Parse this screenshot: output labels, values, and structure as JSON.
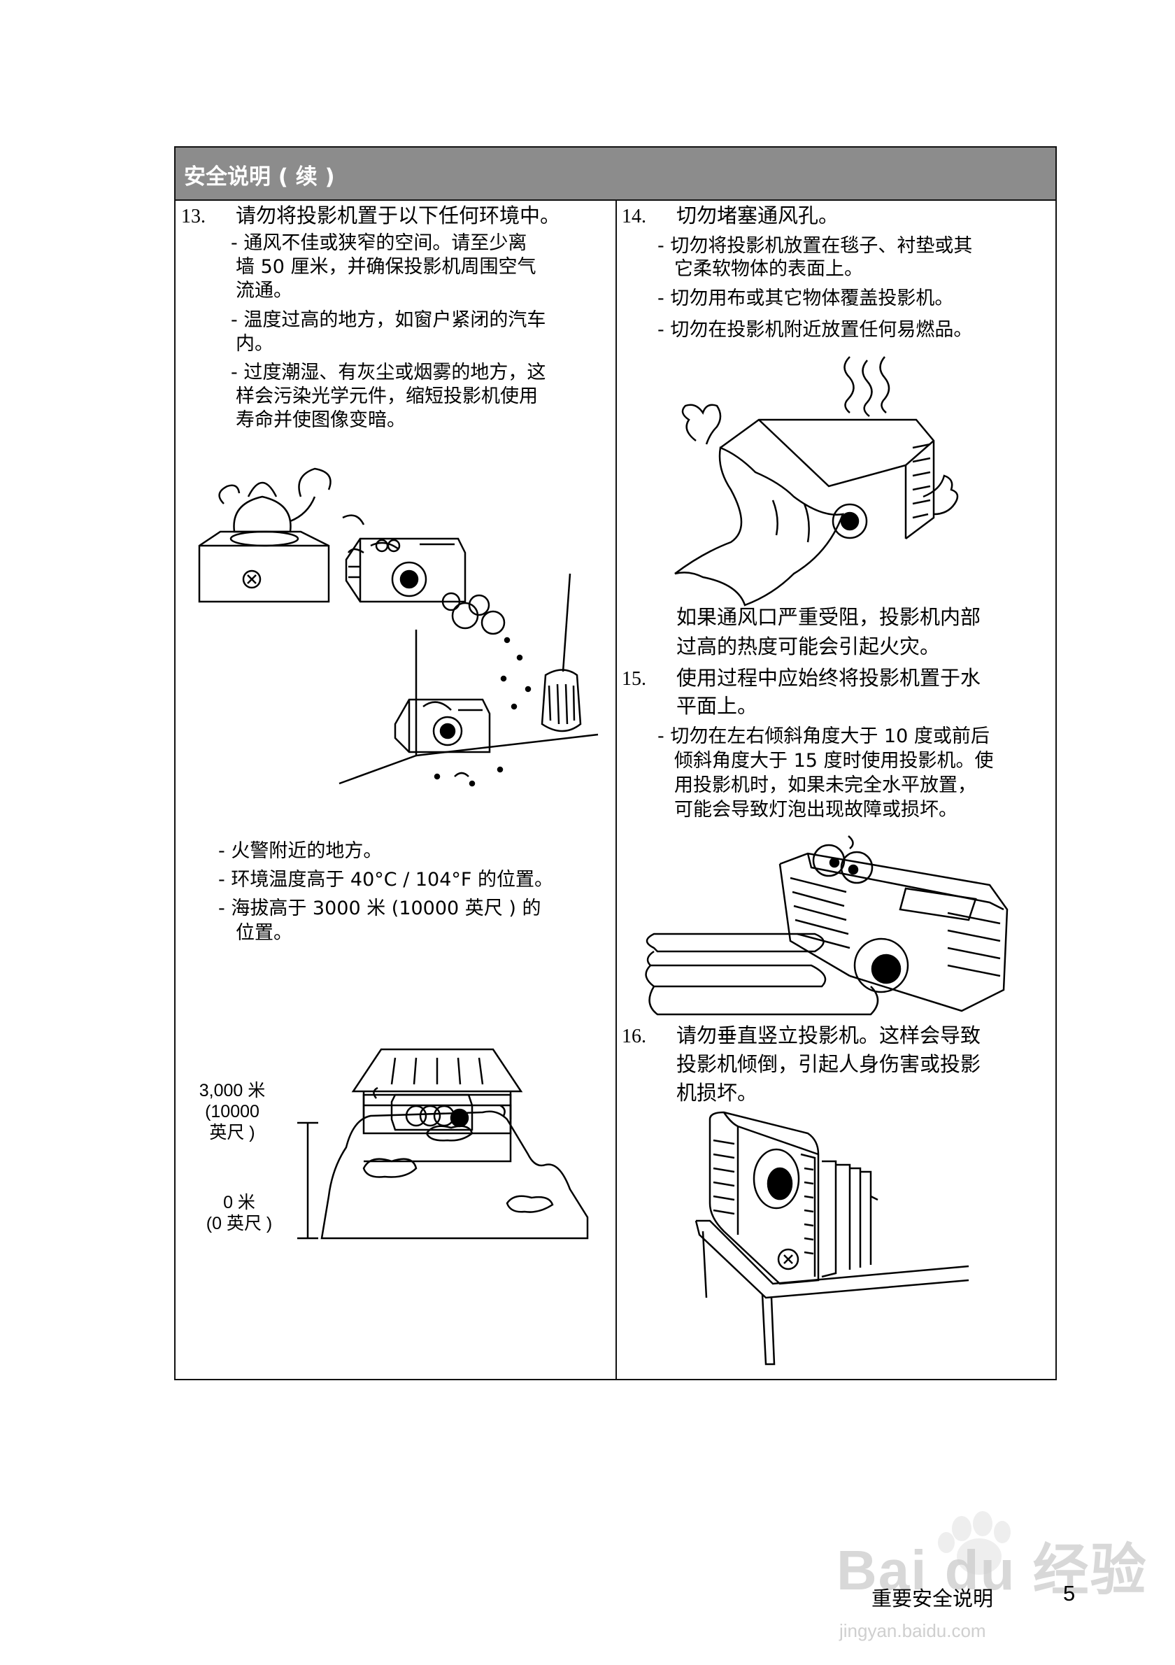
{
  "header": {
    "title": "安全说明 ( 续 )"
  },
  "item13": {
    "number": "13.",
    "title": "请勿将投影机置于以下任何环境中。",
    "bullets_top": [
      [
        "- 通风不佳或狭窄的空间。请至少离",
        "墙 50 厘米，并确保投影机周围空气",
        "流通。"
      ],
      [
        "- 温度过高的地方，如窗户紧闭的汽车",
        "内。"
      ],
      [
        "- 过度潮湿、有灰尘或烟雾的地方，这",
        "样会污染光学元件，缩短投影机使用",
        "寿命并使图像变暗。"
      ]
    ],
    "bullets_bottom": [
      [
        "- 火警附近的地方。"
      ],
      [
        "- 环境温度高于 40°C / 104°F 的位置。"
      ],
      [
        "- 海拔高于 3000 米 (10000 英尺 ) 的",
        "位置。"
      ]
    ],
    "altitude_high": [
      "3,000 米",
      "(10000",
      "英尺 )"
    ],
    "altitude_low": [
      "0 米",
      "(0 英尺 )"
    ]
  },
  "item14": {
    "number": "14.",
    "title": "切勿堵塞通风孔。",
    "bullets": [
      [
        "- 切勿将投影机放置在毯子、衬垫或其",
        "它柔软物体的表面上。"
      ],
      [
        "- 切勿用布或其它物体覆盖投影机。"
      ],
      [
        "- 切勿在投影机附近放置任何易燃品。"
      ]
    ],
    "note": [
      "如果通风口严重受阻，投影机内部",
      "过高的热度可能会引起火灾。"
    ]
  },
  "item15": {
    "number": "15.",
    "title": [
      "使用过程中应始终将投影机置于水",
      "平面上。"
    ],
    "bullets": [
      [
        "- 切勿在左右倾斜角度大于 10 度或前后",
        "倾斜角度大于 15 度时使用投影机。使",
        "用投影机时，如果未完全水平放置，",
        "可能会导致灯泡出现故障或损坏。"
      ]
    ]
  },
  "item16": {
    "number": "16.",
    "title": [
      "请勿垂直竖立投影机。这样会导致",
      "投影机倾倒，引起人身伤害或投影",
      "机损坏。"
    ]
  },
  "footer": {
    "section": "重要安全说明",
    "page": "5"
  },
  "watermark": {
    "brand": "Bai du 经验",
    "url": "jingyan.baidu.com"
  }
}
